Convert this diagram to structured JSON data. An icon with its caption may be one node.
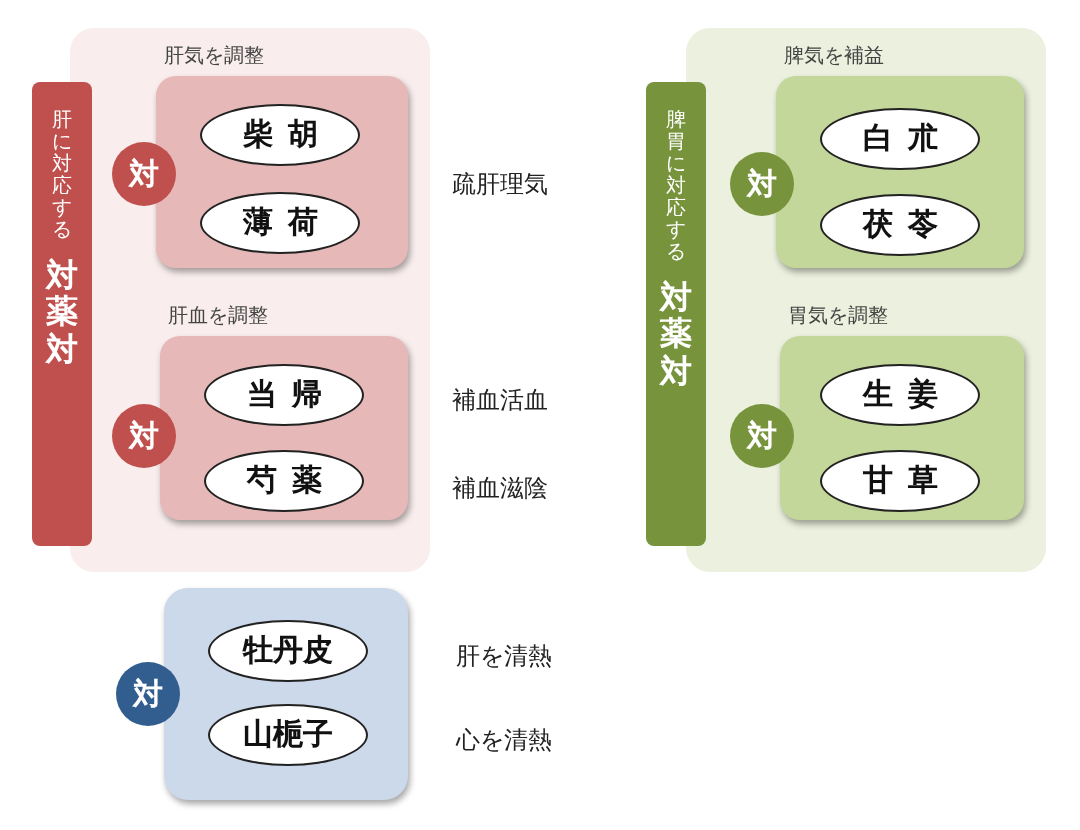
{
  "diagram": {
    "nodes": [
      {
        "text": [],
        "shape": "box"
      },
      {
        "text": [
          "肝に対応する",
          "対薬対"
        ]
      },
      {
        "text": [
          "肝気を調整"
        ],
        "in": 0
      },
      {
        "text": [
          "対"
        ],
        "in": 0
      },
      {
        "text": [
          "柴胡"
        ],
        "in": 2
      },
      {
        "text": [
          "薄荷"
        ],
        "in": 2
      },
      {
        "text": [
          "肝血を調整"
        ],
        "in": 0
      },
      {
        "text": [
          "対"
        ],
        "in": 0
      },
      {
        "text": [
          "当帰"
        ],
        "in": 6
      },
      {
        "text": [
          "芍薬"
        ],
        "in": 6
      },
      {
        "text": [],
        "shape": "box"
      },
      {
        "text": [
          "脾胃に対応する",
          "対薬対"
        ]
      },
      {
        "text": [
          "脾気を補益"
        ],
        "in": 10
      },
      {
        "text": [
          "対"
        ],
        "in": 10
      },
      {
        "text": [
          "白朮"
        ],
        "in": 12
      },
      {
        "text": [
          "茯苓"
        ],
        "in": 12
      },
      {
        "text": [
          "胃気を調整"
        ],
        "in": 10
      },
      {
        "text": [
          "対"
        ],
        "in": 10
      },
      {
        "text": [
          "生姜"
        ],
        "in": 16
      },
      {
        "text": [
          "甘草"
        ],
        "in": 16
      },
      {
        "text": [],
        "shape": "box"
      },
      {
        "text": [
          "対"
        ]
      },
      {
        "text": [
          "牡丹皮"
        ],
        "in": 20
      },
      {
        "text": [
          "山梔子"
        ],
        "in": 20
      }
    ],
    "labels": [
      "疏肝理気",
      "補血活血",
      "補血滋陰",
      "肝を清熱",
      "心を清熱"
    ]
  }
}
